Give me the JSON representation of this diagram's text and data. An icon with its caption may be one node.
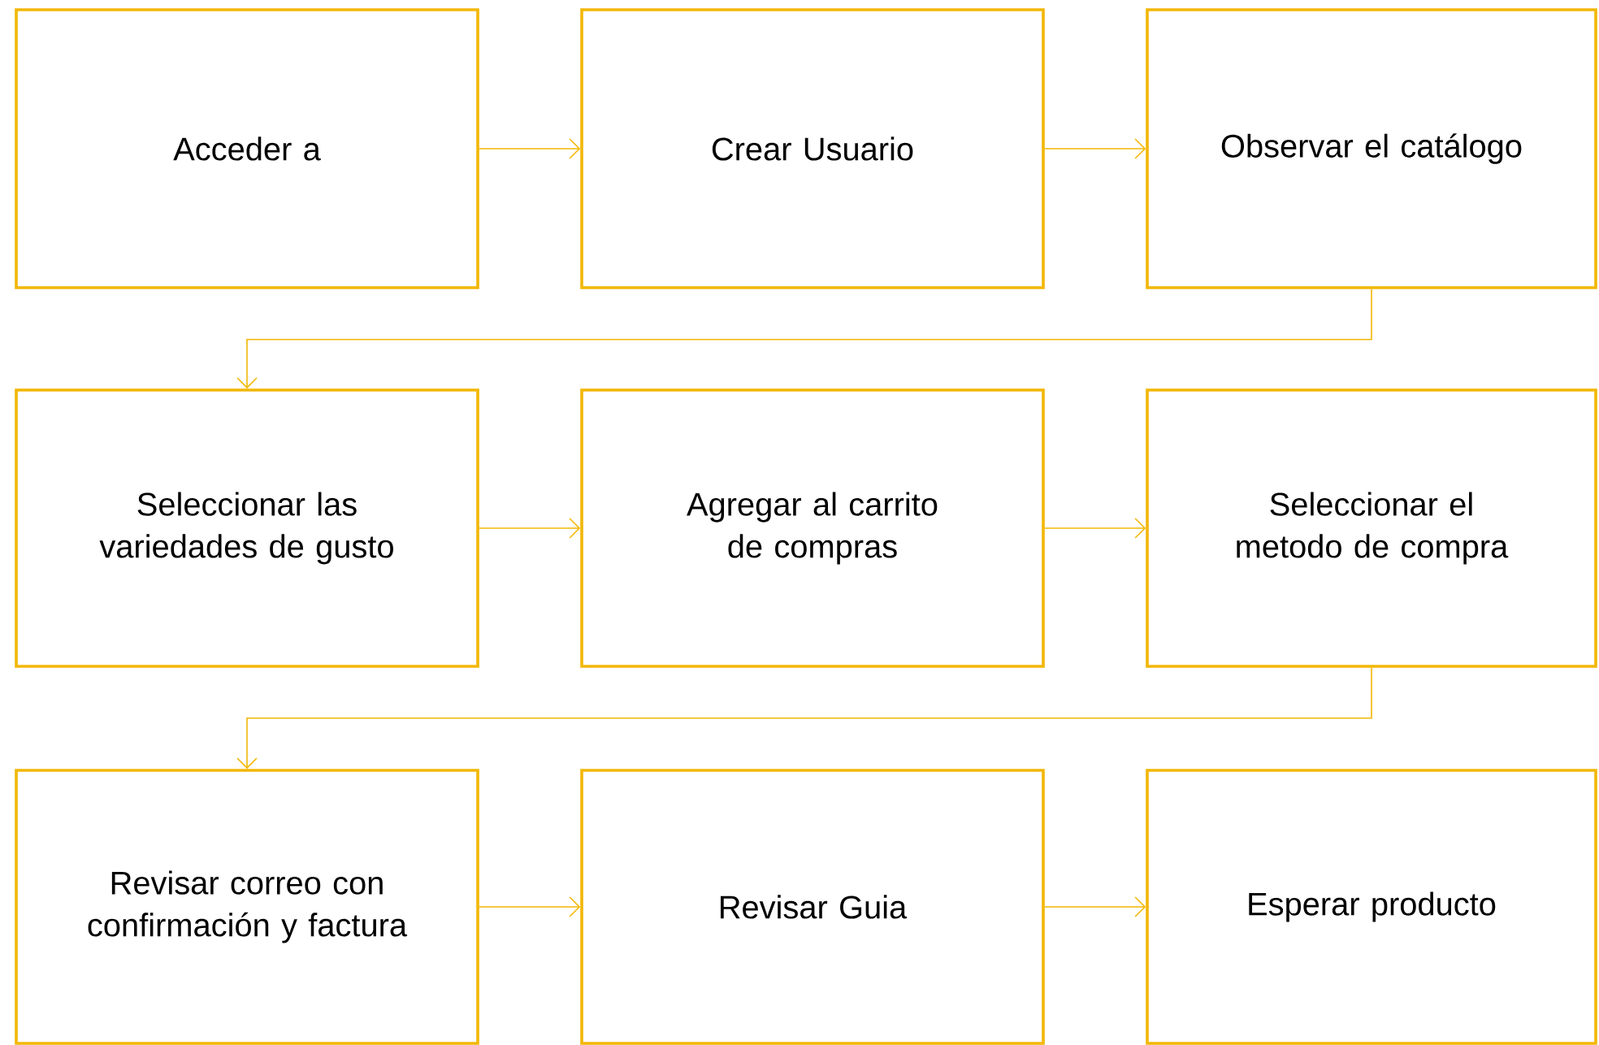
{
  "diagram": {
    "nodes": [
      {
        "text": [
          "Acceder a"
        ]
      },
      {
        "text": [
          "Crear Usuario"
        ]
      },
      {
        "text": [
          "Observar el catálogo"
        ]
      },
      {
        "text": [
          "Seleccionar las variedades de gusto"
        ]
      },
      {
        "text": [
          "Agregar al carrito de compras"
        ]
      },
      {
        "text": [
          "Seleccionar el metodo de compra"
        ]
      },
      {
        "text": [
          "Revisar correo con confirmación y factura"
        ]
      },
      {
        "text": [
          "Revisar Guia"
        ]
      },
      {
        "text": [
          "Esperar producto"
        ]
      }
    ],
    "edges": [
      {
        "from": 0,
        "to": 1,
        "arrow": "to"
      },
      {
        "from": 1,
        "to": 2,
        "arrow": "to"
      },
      {
        "from": 2,
        "to": 3,
        "arrow": "to"
      },
      {
        "from": 3,
        "to": 4,
        "arrow": "to"
      },
      {
        "from": 4,
        "to": 5,
        "arrow": "to"
      },
      {
        "from": 5,
        "to": 6,
        "arrow": "to"
      },
      {
        "from": 6,
        "to": 7,
        "arrow": "to"
      },
      {
        "from": 7,
        "to": 8,
        "arrow": "to"
      }
    ]
  }
}
